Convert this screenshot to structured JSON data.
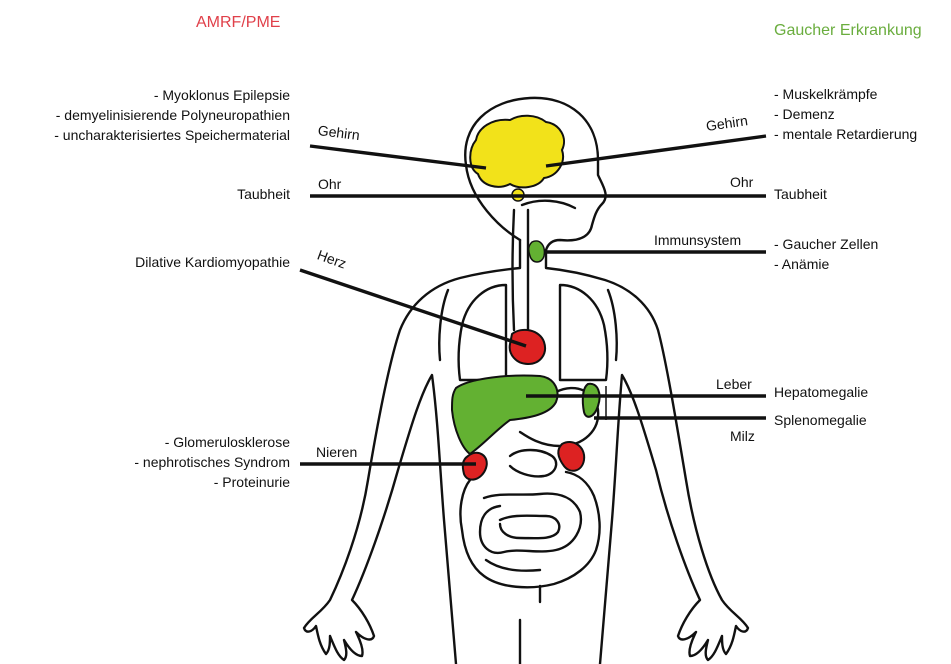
{
  "headers": {
    "left": "AMRF/PME",
    "right": "Gaucher Erkrankung"
  },
  "colors": {
    "amrf": "#e0404a",
    "gaucher": "#6aad3e",
    "brain": "#f2e21a",
    "heart_kidney": "#dd2222",
    "liver_spleen": "#63b132",
    "thymus": "#63b132",
    "outline": "#111111"
  },
  "left_symptoms": {
    "brain": [
      "- Myoklonus Epilepsie",
      "- demyelinisierende Polyneuropathien",
      "- uncharakterisiertes Speichermaterial"
    ],
    "ear": [
      "Taubheit"
    ],
    "heart": [
      "Dilative Kardiomyopathie"
    ],
    "kidney": [
      "- Glomerulosklerose",
      "- nephrotisches Syndrom",
      "- Proteinurie"
    ]
  },
  "right_symptoms": {
    "brain": [
      "- Muskelkrämpfe",
      "- Demenz",
      "- mentale Retardierung"
    ],
    "ear": [
      "Taubheit"
    ],
    "immune": [
      "- Gaucher Zellen",
      "- Anämie"
    ],
    "liver": [
      "Hepatomegalie"
    ],
    "spleen": [
      "Splenomegalie"
    ]
  },
  "organ_labels": {
    "brain_left": "Gehirn",
    "brain_right": "Gehirn",
    "ear_left": "Ohr",
    "ear_right": "Ohr",
    "heart": "Herz",
    "immune": "Immunsystem",
    "liver": "Leber",
    "spleen": "Milz",
    "kidney": "Nieren"
  }
}
